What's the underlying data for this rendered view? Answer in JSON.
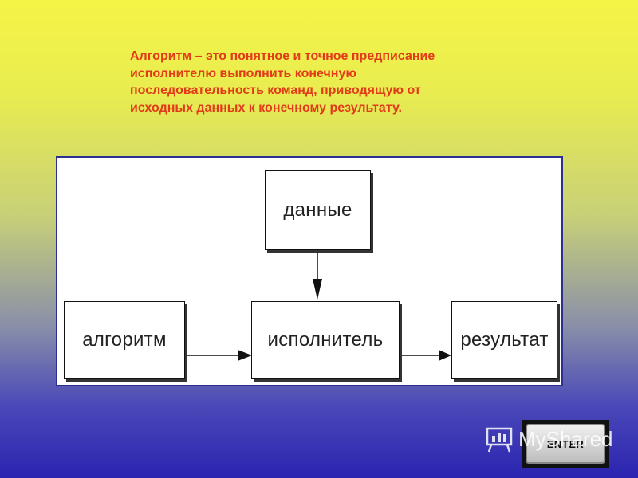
{
  "definition": {
    "line1": "Алгоритм – это понятное и точное предписание",
    "line2": "исполнителю выполнить конечную",
    "line3": "последовательность команд, приводящую от",
    "line4": "исходных данных к конечному результату",
    "end_dot": "."
  },
  "diagram": {
    "nodes": {
      "data": "данные",
      "algorithm": "алгоритм",
      "executor": "исполнитель",
      "result": "результат"
    },
    "edges": [
      {
        "from": "data",
        "to": "executor"
      },
      {
        "from": "algorithm",
        "to": "executor"
      },
      {
        "from": "executor",
        "to": "result"
      }
    ]
  },
  "enter_key": {
    "label": "ENTER"
  },
  "watermark": {
    "text": "MyShared"
  },
  "colors": {
    "definition_text": "#e23b1a",
    "frame_border": "#2b2f8f"
  }
}
